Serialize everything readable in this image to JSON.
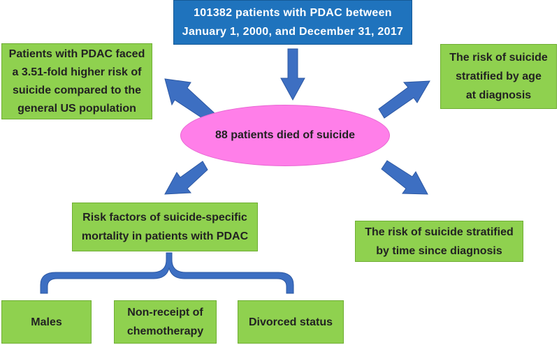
{
  "top_box": {
    "text": "101382 patients with PDAC between\nJanuary 1, 2000, and December 31, 2017"
  },
  "left_box": {
    "text": "Patients with PDAC faced\na 3.51-fold higher risk of\nsuicide compared to the\ngeneral US population"
  },
  "right_box": {
    "text": "The risk of suicide\nstratified by age\nat diagnosis"
  },
  "center": {
    "text": "88 patients died of suicide"
  },
  "risk_factors_box": {
    "text": "Risk factors of suicide-specific\nmortality in patients with PDAC"
  },
  "time_box": {
    "text": "The risk of suicide stratified\nby time since diagnosis"
  },
  "factors": {
    "males": "Males",
    "chemo": "Non-receipt of\nchemotherapy",
    "divorced": "Divorced status"
  },
  "colors": {
    "green_box": "#8fd14f",
    "blue_box": "#1f73bd",
    "ellipse": "#ff7fe9",
    "arrow": "#3d6fc2"
  }
}
